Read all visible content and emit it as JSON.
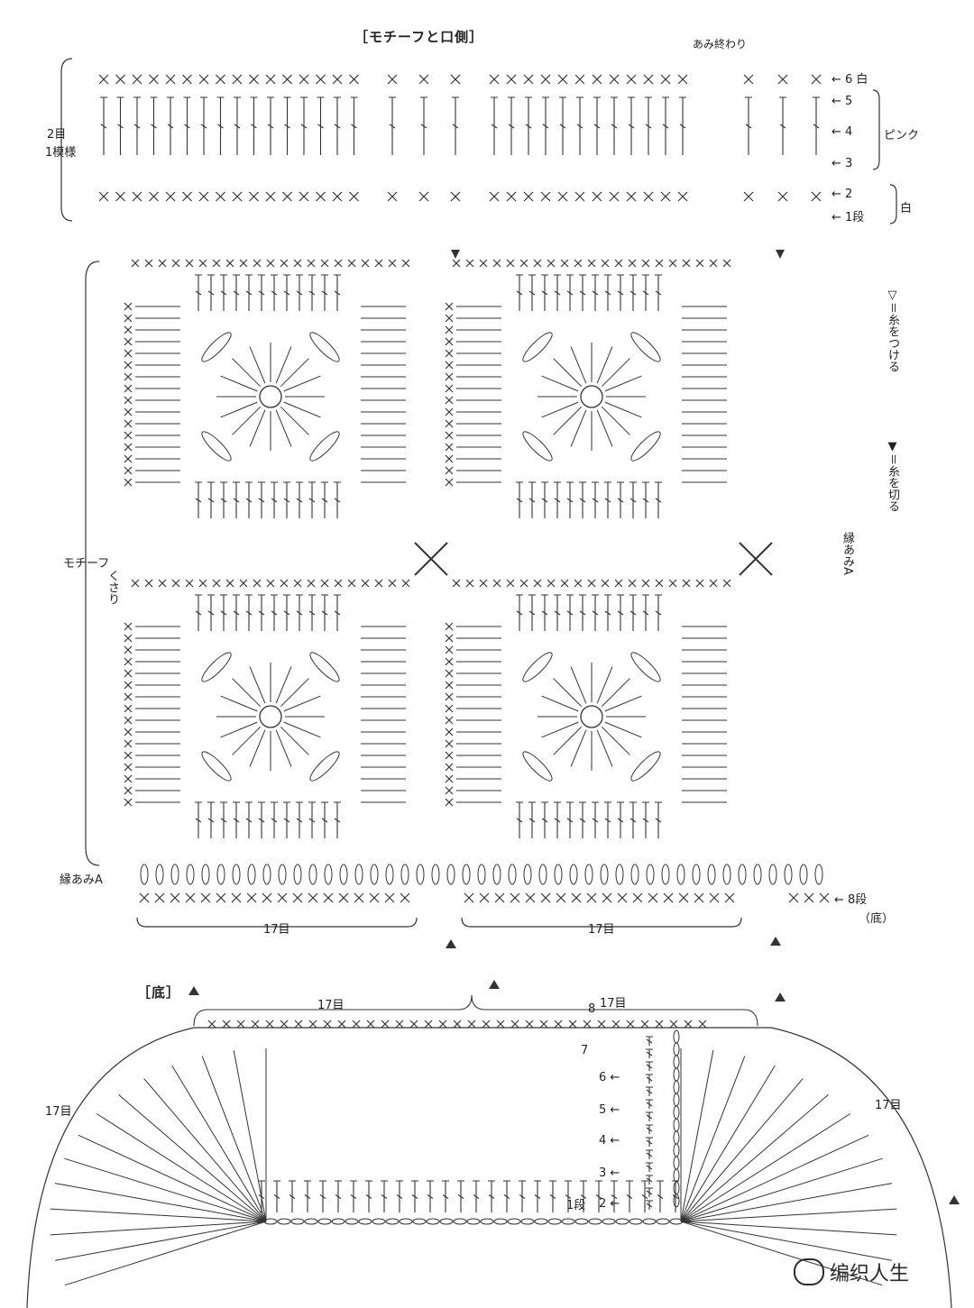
{
  "top_chart": {
    "title": "［モチーフと口側］",
    "end_note": "あみ終わり",
    "repeat_note_line1": "2目",
    "repeat_note_line2": "1模様",
    "rows": [
      {
        "label": "← 6 白"
      },
      {
        "label": "← 5"
      },
      {
        "label": "← 4"
      },
      {
        "label": "← 3"
      },
      {
        "label": "← 2"
      },
      {
        "label": "← 1段"
      }
    ],
    "pink_label": "ピンク",
    "white_label": "白",
    "motif_label": "モチーフ",
    "chain_label": "くさり",
    "edge_label": "縁あみA",
    "edge_label_right": "縁あみA",
    "legend_attach": "▽＝糸をつける",
    "legend_cut": "▼＝糸を切る",
    "row8_label": "← 8段",
    "bottom_label": "（底）",
    "stitch_count_left": "17目",
    "stitch_count_right": "17目"
  },
  "bottom_chart": {
    "title": "［底］",
    "count_top_left": "17目",
    "count_top_right": "17目",
    "count_left": "17目",
    "count_right": "17目",
    "row_labels": [
      "8",
      "7",
      "6 ←",
      "5 ←",
      "4 ←",
      "3 ←",
      "2 ←",
      "1段"
    ]
  },
  "watermark": {
    "text": "编织人生"
  }
}
